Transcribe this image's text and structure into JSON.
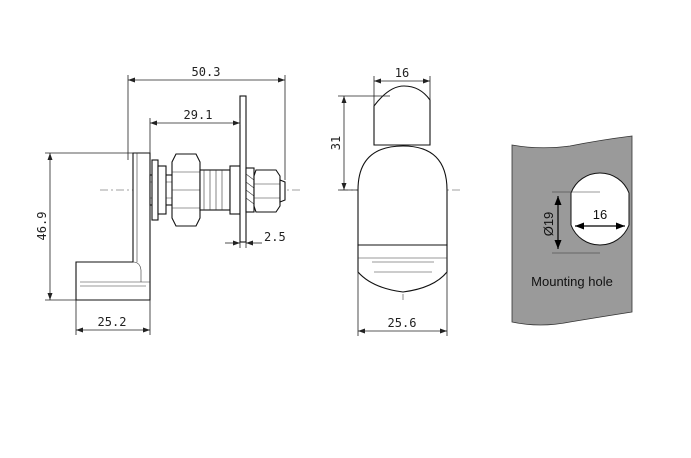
{
  "dimensions": {
    "overall_length": "50.3",
    "body_length": "29.1",
    "height": "46.9",
    "base_width": "25.2",
    "nut_offset": "2.5",
    "front_top_width": "16",
    "front_height": "31",
    "front_base_width": "25.6"
  },
  "mounting_hole": {
    "diameter_label": "Ø19",
    "flat_width_label": "16",
    "caption": "Mounting hole"
  },
  "colors": {
    "panel_fill": "#9a9a9a",
    "line": "#222222",
    "background": "#ffffff"
  }
}
